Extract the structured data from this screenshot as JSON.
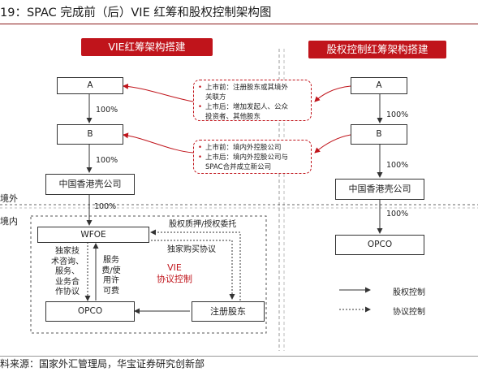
{
  "title": "19：SPAC 完成前（后）VIE 红筹和股权控制架构图",
  "source": "料来源：国家外汇管理局，华宝证券研究创新部",
  "left": {
    "banner": "VIE红筹架构搭建",
    "box_a": "A",
    "box_b": "B",
    "box_shell": "中国香港壳公司",
    "box_wfoe": "WFOE",
    "box_opco": "OPCO",
    "box_reg": "注册股东",
    "pct_ab": "100%",
    "pct_bshell": "100%",
    "pct_shellwfoe": "100%",
    "equity_pledge": "股权质押/授权委托",
    "exclusive_buy": "独家购买协议",
    "tech_consult": [
      "独家技",
      "术咨询、",
      "服务、",
      "业务合",
      "作协议"
    ],
    "service_fee": [
      "服务",
      "费/使",
      "用许",
      "可费"
    ],
    "vie_label": [
      "VIE",
      "协议控制"
    ],
    "offshore": "境外",
    "onshore": "境内"
  },
  "notes": {
    "note1": [
      "上市前：注册股东或其境外",
      "关联方",
      "上市后：增加发起人、公众",
      "投资者、其他股东"
    ],
    "note2": [
      "上市前：境内外控股公司",
      "上市后：境内外控股公司与",
      "SPAC合并成立新公司"
    ]
  },
  "right": {
    "banner": "股权控制红筹架构搭建",
    "box_a": "A",
    "box_b": "B",
    "box_shell": "中国香港壳公司",
    "box_opco": "OPCO",
    "pct_ab": "100%",
    "pct_bshell": "100%",
    "pct_shellopco": "100%"
  },
  "legend": {
    "equity_control": "股权控制",
    "agreement_control": "协议控制"
  },
  "colors": {
    "accent_red": "#c0141b",
    "line": "#333333"
  }
}
